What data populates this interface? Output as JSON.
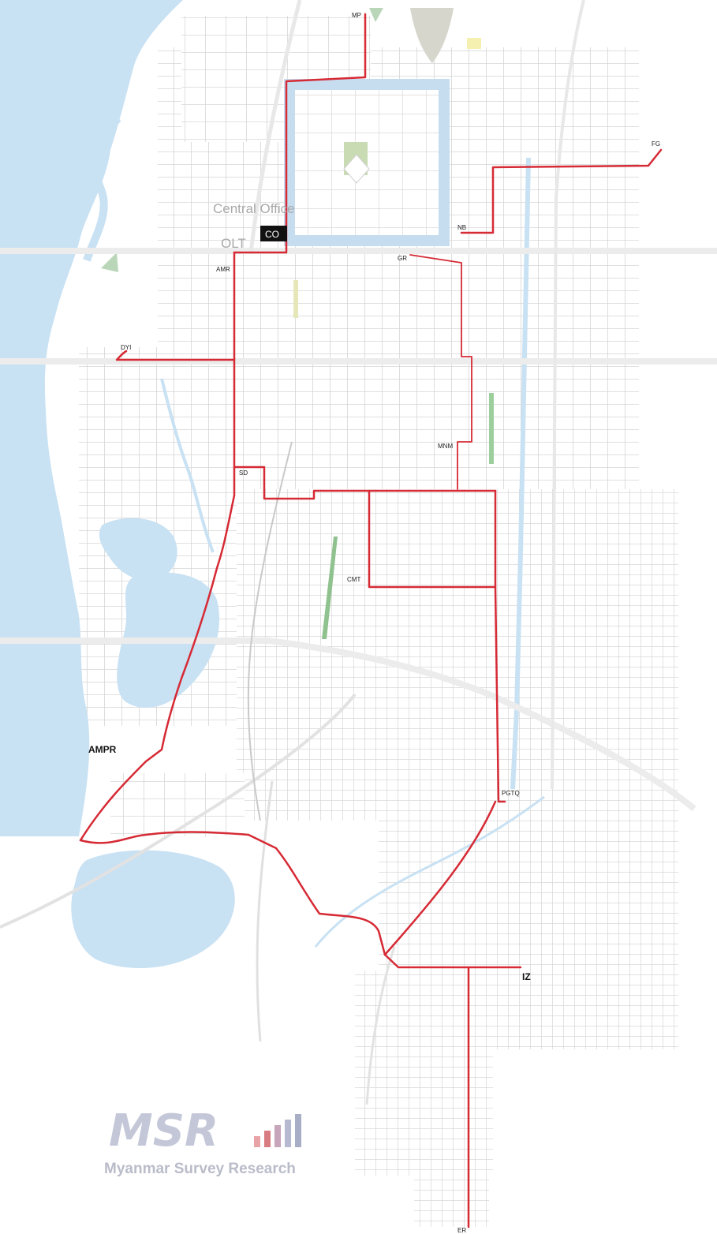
{
  "map": {
    "labels": {
      "central_office": "Central Office",
      "olt": "OLT",
      "co": "CO",
      "mp": "MP",
      "fg": "FG",
      "nb": "NB",
      "gr": "GR",
      "amr": "AMR",
      "dyi": "DYI",
      "mnm": "MNM",
      "sd": "SD",
      "cmt": "CMT",
      "ampr": "AMPR",
      "pgtq": "PGTQ",
      "iz": "IZ",
      "bottom": "ER"
    }
  },
  "logo": {
    "mark": "MSR",
    "tagline": "Myanmar Survey Research"
  },
  "colors": {
    "water": "#c8e1f3",
    "route": "#d62a35",
    "streets": "#d5d5d5",
    "park": "#c9dbb2",
    "palace_moat": "#c6ddf0",
    "logo": "#b9bcc9"
  }
}
